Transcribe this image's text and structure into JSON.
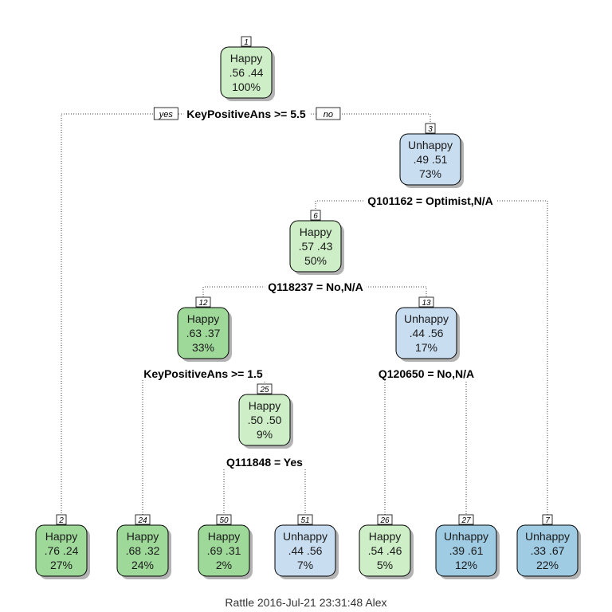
{
  "title": "",
  "footer": "Rattle 2016-Jul-21 23:31:48 Alex",
  "branch_labels": {
    "yes": "yes",
    "no": "no"
  },
  "colors": {
    "happy_light": "#cdeec6",
    "happy_dark": "#9fd99a",
    "unhappy_light": "#c9ddf1",
    "unhappy_dark": "#9fcbe3",
    "edge": "#444444",
    "shadow": "#9a9a9a"
  },
  "nodes": [
    {
      "id": "1",
      "cls": "Happy",
      "p": ".56  .44",
      "pct": "100%",
      "shade": "light"
    },
    {
      "id": "3",
      "cls": "Unhappy",
      "p": ".49  .51",
      "pct": "73%",
      "shade": "light"
    },
    {
      "id": "6",
      "cls": "Happy",
      "p": ".57  .43",
      "pct": "50%",
      "shade": "light"
    },
    {
      "id": "12",
      "cls": "Happy",
      "p": ".63  .37",
      "pct": "33%",
      "shade": "dark"
    },
    {
      "id": "13",
      "cls": "Unhappy",
      "p": ".44  .56",
      "pct": "17%",
      "shade": "light"
    },
    {
      "id": "25",
      "cls": "Happy",
      "p": ".50  .50",
      "pct": "9%",
      "shade": "light"
    },
    {
      "id": "2",
      "cls": "Happy",
      "p": ".76  .24",
      "pct": "27%",
      "shade": "dark"
    },
    {
      "id": "24",
      "cls": "Happy",
      "p": ".68  .32",
      "pct": "24%",
      "shade": "dark"
    },
    {
      "id": "50",
      "cls": "Happy",
      "p": ".69  .31",
      "pct": "2%",
      "shade": "dark"
    },
    {
      "id": "51",
      "cls": "Unhappy",
      "p": ".44  .56",
      "pct": "7%",
      "shade": "light"
    },
    {
      "id": "26",
      "cls": "Happy",
      "p": ".54  .46",
      "pct": "5%",
      "shade": "light"
    },
    {
      "id": "27",
      "cls": "Unhappy",
      "p": ".39  .61",
      "pct": "12%",
      "shade": "dark"
    },
    {
      "id": "7",
      "cls": "Unhappy",
      "p": ".33  .67",
      "pct": "22%",
      "shade": "dark"
    }
  ],
  "splits": [
    {
      "node": "1",
      "text": "KeyPositiveAns >= 5.5"
    },
    {
      "node": "3",
      "text": "Q101162 = Optimist,N/A"
    },
    {
      "node": "6",
      "text": "Q118237 = No,N/A"
    },
    {
      "node": "12",
      "text": "KeyPositiveAns >= 1.5"
    },
    {
      "node": "13",
      "text": "Q120650 = No,N/A"
    },
    {
      "node": "25",
      "text": "Q111848 = Yes"
    }
  ],
  "edges": [
    {
      "from": "1",
      "to": "2"
    },
    {
      "from": "1",
      "to": "3"
    },
    {
      "from": "3",
      "to": "6"
    },
    {
      "from": "3",
      "to": "7"
    },
    {
      "from": "6",
      "to": "12"
    },
    {
      "from": "6",
      "to": "13"
    },
    {
      "from": "12",
      "to": "24"
    },
    {
      "from": "12",
      "to": "25"
    },
    {
      "from": "25",
      "to": "50"
    },
    {
      "from": "25",
      "to": "51"
    },
    {
      "from": "13",
      "to": "26"
    },
    {
      "from": "13",
      "to": "27"
    }
  ]
}
